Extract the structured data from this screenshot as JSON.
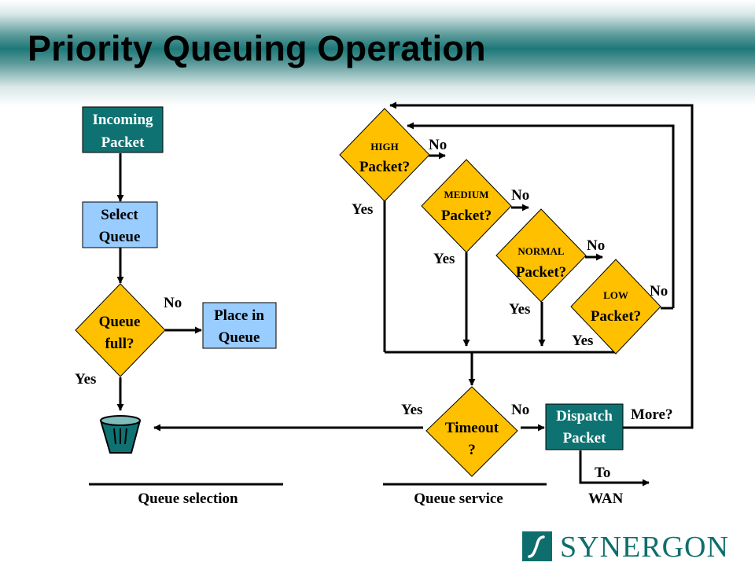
{
  "slide": {
    "title": "Priority Queuing Operation"
  },
  "nodes": {
    "incoming": [
      "Incoming",
      "Packet"
    ],
    "select": [
      "Select",
      "Queue"
    ],
    "queue_full": [
      "Queue",
      "full?"
    ],
    "place": [
      "Place in",
      "Queue"
    ],
    "high": [
      "HIGH",
      "Packet?"
    ],
    "medium": [
      "MEDIUM",
      "Packet?"
    ],
    "normal": [
      "NORMAL",
      "Packet?"
    ],
    "low": [
      "LOW",
      "Packet?"
    ],
    "timeout": [
      "Timeout",
      "?"
    ],
    "dispatch": [
      "Dispatch",
      "Packet"
    ]
  },
  "labels": {
    "queue_full_no": "No",
    "queue_full_yes": "Yes",
    "high_no": "No",
    "high_yes": "Yes",
    "medium_no": "No",
    "medium_yes": "Yes",
    "normal_no": "No",
    "normal_yes": "Yes",
    "low_no": "No",
    "low_yes": "Yes",
    "timeout_yes": "Yes",
    "timeout_no": "No",
    "more": "More?",
    "to": "To",
    "wan": "WAN"
  },
  "sections": {
    "queue_selection": "Queue selection",
    "queue_service": "Queue service"
  },
  "logo": {
    "text": "SYNERGON"
  },
  "colors": {
    "teal": "#1e7878",
    "box_teal": "#0e7272",
    "box_blue": "#99ccff",
    "diamond": "#ffc000",
    "logo": "#0e6e6e"
  }
}
